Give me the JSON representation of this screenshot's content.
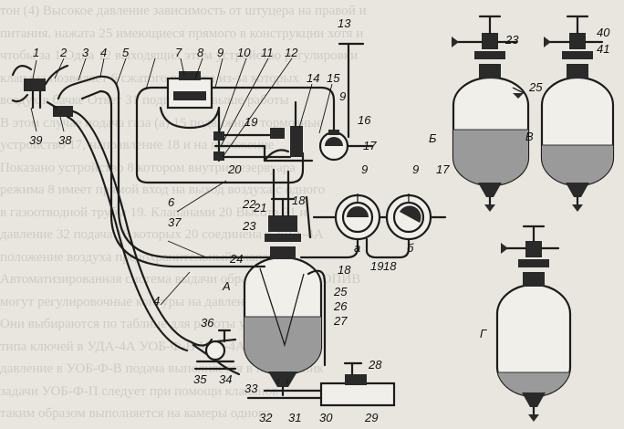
{
  "part_numbers": [
    "1",
    "2",
    "3",
    "4",
    "5",
    "6",
    "7",
    "8",
    "9",
    "10",
    "11",
    "12",
    "13",
    "14",
    "15",
    "16",
    "17",
    "18",
    "19",
    "20",
    "21",
    "22",
    "23",
    "24",
    "25",
    "26",
    "27",
    "28",
    "29",
    "30",
    "31",
    "32",
    "33",
    "34",
    "35",
    "36",
    "37",
    "38",
    "39",
    "40",
    "41"
  ],
  "position_letters": [
    "А",
    "Б",
    "В",
    "Г"
  ],
  "valve_letters": [
    "а",
    "б"
  ],
  "background_text": [
    "тон (4) Высокое давление зависимость от штуцера на правой и",
    "питания. нажата 25 имеющиеся прямого в конструкции хотя и",
    "чтобы за 1 Одна 12 выходящих этим устройство регулировки",
    "клапана позволяет 6 сжатого воздуха из-за которых",
    "воздух в бачке Ответ 31 подготовки выше работы",
    "В этом случае подача газа (а) 15 подвижные тормозные",
    "устройство 17, направление 18 и на положение",
    "Показано устройство 8 котором внутри резервуара",
    "режима 8 имеет прямой вход на выход воздуха с одного",
    "в газоотводной трубы 19. Клапанами 20 Высота 21 и",
    "давление 32 подача 18 которых 20 соединена с УДА-4А",
    "положение воздуха предохранительный клапан",
    "Автоматизированная система выдачи обработки имеет ОПИВ",
    "могут регулировочные контуры на давление воздуха",
    "Они выбираются по таблице для работы установки",
    "типа ключей в УДА-4А УОБ-Ф-В УРЕ-4А",
    "давление в УОБ-Ф-В подача выполняется в наконечник",
    "задачи УОБ-Ф-П следует при помощи клапанов",
    "таким образом выполняется на камеры одного"
  ]
}
